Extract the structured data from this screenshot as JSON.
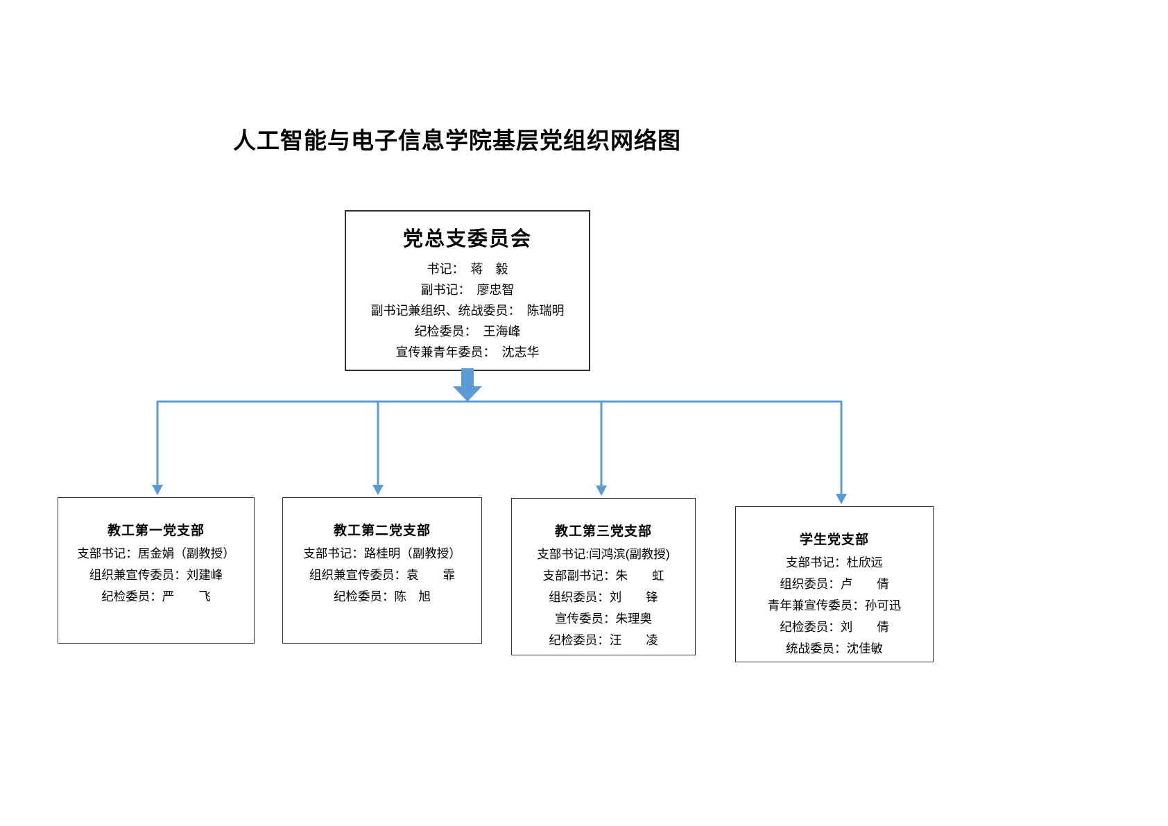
{
  "page_title": "人工智能与电子信息学院基层党组织网络图",
  "colors": {
    "connector": "#5B9BD5",
    "border": "#303030",
    "text": "#000000",
    "background": "#ffffff"
  },
  "committee": {
    "title": "党总支委员会",
    "members": [
      "书记：　蒋　毅",
      "副书记：　廖忠智",
      "副书记兼组织、统战委员：　陈瑞明",
      "纪检委员：　王海峰",
      "宣传兼青年委员：　沈志华"
    ]
  },
  "branches": [
    {
      "title": "教工第一党支部",
      "members": [
        "支部书记：居金娟（副教授）",
        "组织兼宣传委员：刘建峰",
        "纪检委员：严　　飞"
      ]
    },
    {
      "title": "教工第二党支部",
      "members": [
        "支部书记：路桂明（副教授）",
        "组织兼宣传委员：袁　　霏",
        "纪检委员：陈　旭"
      ]
    },
    {
      "title": "教工第三党支部",
      "members": [
        "支部书记:闫鸿滨(副教授)",
        "支部副书记：朱　　虹",
        "组织委员：刘　　锋",
        "宣传委员：朱理奥",
        "纪检委员：汪　　凌"
      ]
    },
    {
      "title": "学生党支部",
      "members": [
        "支部书记：杜欣远",
        "组织委员：卢　　倩",
        "青年兼宣传委员：孙可迅",
        "纪检委员：刘　　倩",
        "统战委员：沈佳敏"
      ]
    }
  ]
}
